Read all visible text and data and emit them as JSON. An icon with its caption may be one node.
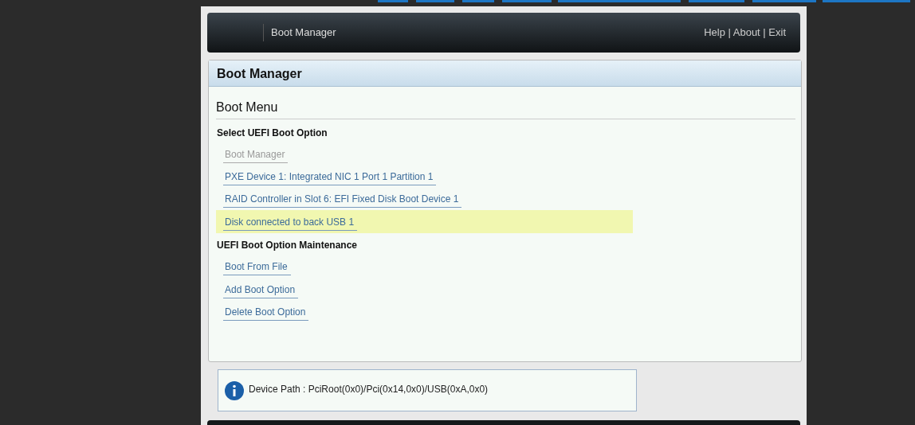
{
  "diagram": {
    "labels": [
      "Boot Manager",
      "Help | About | Exit",
      "Boot Manager",
      "Boot Menu",
      "Select UEFI Boot Option",
      "Boot Manager",
      "PXE Device 1: Integrated NIC 1 Port 1 Partition 1",
      "RAID Controller in Slot 6: EFI Fixed Disk Boot Device 1",
      "Disk connected to back USB 1",
      "UEFI Boot Option Maintenance",
      "Boot From File",
      "Add Boot Option",
      "Delete Boot Option",
      "Device Path : PciRoot(0x0)/Pci(0x14,0x0)/USB(0xA,0x0)"
    ]
  }
}
